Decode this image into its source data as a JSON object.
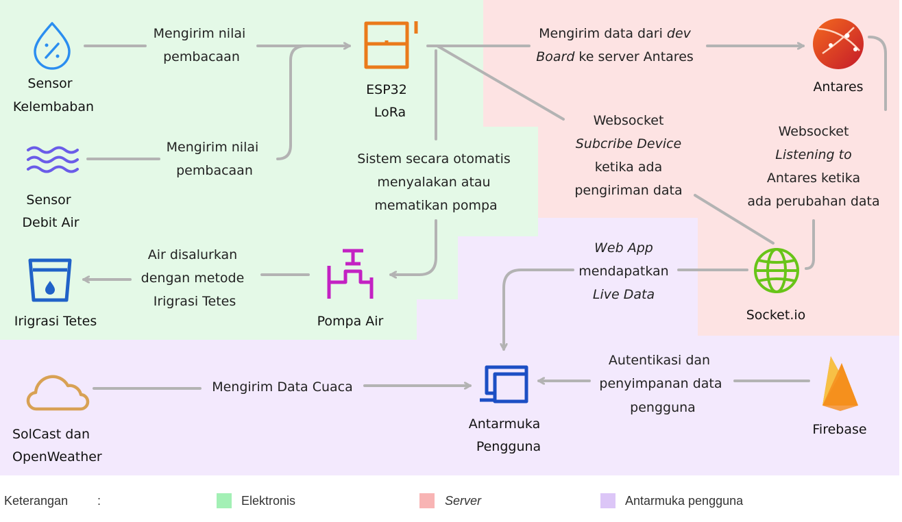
{
  "nodes": {
    "sensor_kelembaban": [
      "Sensor",
      "Kelembaban"
    ],
    "sensor_debit": [
      "Sensor",
      "Debit Air"
    ],
    "esp32": [
      "ESP32",
      "LoRa"
    ],
    "antares": [
      "Antares"
    ],
    "socketio": [
      "Socket.io"
    ],
    "pompa": [
      "Pompa Air"
    ],
    "irigrasi": [
      "Irigrasi Tetes"
    ],
    "solcast": [
      "SolCast dan",
      "OpenWeather"
    ],
    "antarmuka": [
      "Antarmuka",
      "Pengguna"
    ],
    "firebase": [
      "Firebase"
    ]
  },
  "edges": {
    "kelembaban_esp": [
      "Mengirim nilai",
      "pembacaan"
    ],
    "debit_esp": [
      "Mengirim nilai",
      "pembacaan"
    ],
    "esp_antares": [
      [
        [
          "Mengirim data dari ",
          ""
        ],
        [
          "dev",
          "i"
        ]
      ],
      [
        [
          "Board",
          "i"
        ],
        [
          " ke server Antares",
          ""
        ]
      ]
    ],
    "esp_socket": [
      [
        [
          "Websocket",
          ""
        ]
      ],
      [
        [
          "Subcribe Device",
          "i"
        ]
      ],
      [
        [
          "ketika ada",
          ""
        ]
      ],
      [
        [
          "pengiriman data",
          ""
        ]
      ]
    ],
    "antares_socket": [
      [
        [
          "Websocket",
          ""
        ]
      ],
      [
        [
          "Listening to",
          "i"
        ]
      ],
      [
        [
          "Antares ketika",
          ""
        ]
      ],
      [
        [
          "ada perubahan data",
          ""
        ]
      ]
    ],
    "esp_pompa": [
      "Sistem secara otomatis",
      "menyalakan atau",
      "mematikan pompa"
    ],
    "pompa_irigrasi": [
      "Air disalurkan",
      "dengan metode",
      "Irigrasi Tetes"
    ],
    "socket_antarmuka": [
      [
        [
          "Web App",
          "i"
        ]
      ],
      [
        [
          "mendapatkan",
          ""
        ]
      ],
      [
        [
          "Live Data",
          "i"
        ]
      ]
    ],
    "solcast_antarmuka": [
      "Mengirim Data Cuaca"
    ],
    "firebase_antarmuka": [
      "Autentikasi dan",
      "penyimpanan data",
      "pengguna"
    ]
  },
  "legend": {
    "title": "Keterangan",
    "colon": ":",
    "items": [
      {
        "label": "Elektronis",
        "italic": false,
        "color": "#a3f0b5"
      },
      {
        "label": "Server",
        "italic": true,
        "color": "#f8b4b4"
      },
      {
        "label": "Antarmuka pengguna",
        "italic": false,
        "color": "#dcc6f7"
      }
    ]
  },
  "colors": {
    "elektronis": "#e4f9e7",
    "server": "#fde3e3",
    "antarmuka": "#f3e9fd",
    "arrow": "#b3b3b3",
    "sensor_blue": "#2b8ef0",
    "wave_purple": "#6a5ce8",
    "esp_orange": "#ea7a1b",
    "pompa_magenta": "#c322c3",
    "irigrasi_blue": "#2062c8",
    "socket_green": "#68c418",
    "antarmuka_blue": "#1c4fc4",
    "cloud_tan": "#d8a154",
    "firebase_orange": "#f5a623"
  },
  "icons": {
    "sensor_kelembaban": "water-drop-percent-icon",
    "sensor_debit": "water-waves-icon",
    "esp32": "esp32-board-icon",
    "antares": "antares-globe-icon",
    "socketio": "globe-icon",
    "pompa": "water-pump-icon",
    "irigrasi": "water-glass-icon",
    "solcast": "cloud-icon",
    "antarmuka": "devices-icon",
    "firebase": "firebase-flame-icon"
  }
}
